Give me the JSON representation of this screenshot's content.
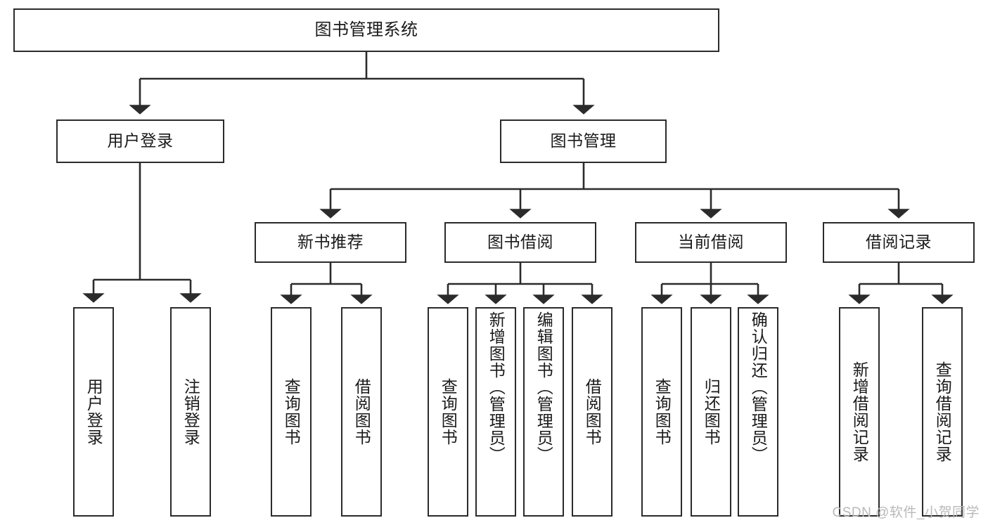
{
  "diagram": {
    "title": "图书管理系统",
    "type": "tree-hierarchy-chart",
    "watermark": "CSDN @软件_小贺同学",
    "colors": {
      "stroke": "#2b2b2b",
      "fill": "#ffffff",
      "text": "#1a1a1a",
      "watermark": "#b9b9b9"
    },
    "levels": {
      "root": {
        "label": "图书管理系统"
      },
      "level1": [
        {
          "id": "user-login",
          "label": "用户登录"
        },
        {
          "id": "book-management",
          "label": "图书管理"
        }
      ],
      "level2": [
        {
          "id": "new-book-recommend",
          "label": "新书推荐",
          "parent": "book-management"
        },
        {
          "id": "book-borrow",
          "label": "图书借阅",
          "parent": "book-management"
        },
        {
          "id": "current-borrow",
          "label": "当前借阅",
          "parent": "book-management"
        },
        {
          "id": "borrow-record",
          "label": "借阅记录",
          "parent": "book-management"
        }
      ],
      "leaves": [
        {
          "id": "leaf-user-login",
          "label": "用户登录",
          "parent": "user-login"
        },
        {
          "id": "leaf-logout-login",
          "label": "注销登录",
          "parent": "user-login"
        },
        {
          "id": "leaf-query-book-1",
          "label": "查询图书",
          "parent": "new-book-recommend"
        },
        {
          "id": "leaf-borrow-book-1",
          "label": "借阅图书",
          "parent": "new-book-recommend"
        },
        {
          "id": "leaf-query-book-2",
          "label": "查询图书",
          "parent": "book-borrow"
        },
        {
          "id": "leaf-add-book",
          "label": "新增图书（管理员）",
          "parent": "book-borrow"
        },
        {
          "id": "leaf-edit-book",
          "label": "编辑图书（管理员）",
          "parent": "book-borrow"
        },
        {
          "id": "leaf-borrow-book-2",
          "label": "借阅图书",
          "parent": "book-borrow"
        },
        {
          "id": "leaf-query-book-3",
          "label": "查询图书",
          "parent": "current-borrow"
        },
        {
          "id": "leaf-return-book",
          "label": "归还图书",
          "parent": "current-borrow"
        },
        {
          "id": "leaf-confirm-return",
          "label": "确认归还（管理员）",
          "parent": "current-borrow"
        },
        {
          "id": "leaf-add-record",
          "label": "新增借阅记录",
          "parent": "borrow-record"
        },
        {
          "id": "leaf-query-record",
          "label": "查询借阅记录",
          "parent": "borrow-record"
        }
      ]
    }
  }
}
